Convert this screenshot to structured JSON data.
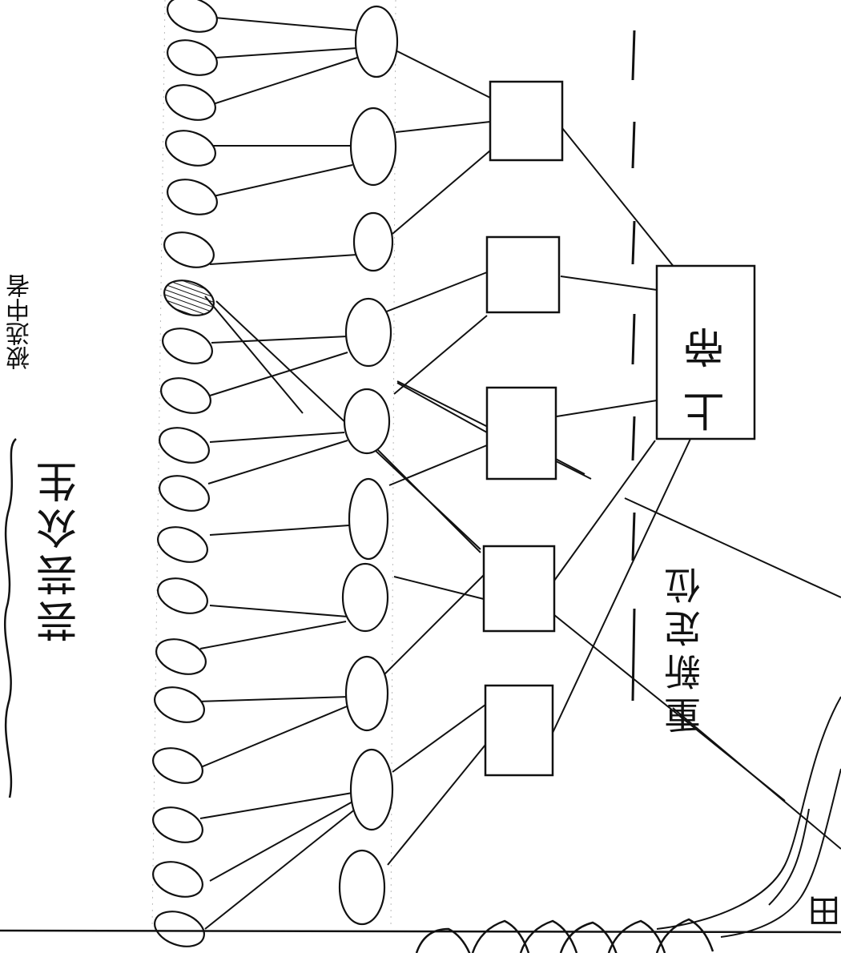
{
  "diagram": {
    "top_node_label": "上帝",
    "relocate_label": "重新定位",
    "mortals_label": "芸芸众生",
    "selected_label": "被选中者",
    "field_label": "田",
    "colors": {
      "ink": "#111111",
      "paper": "#ffffff",
      "hatch": "#111111"
    }
  }
}
